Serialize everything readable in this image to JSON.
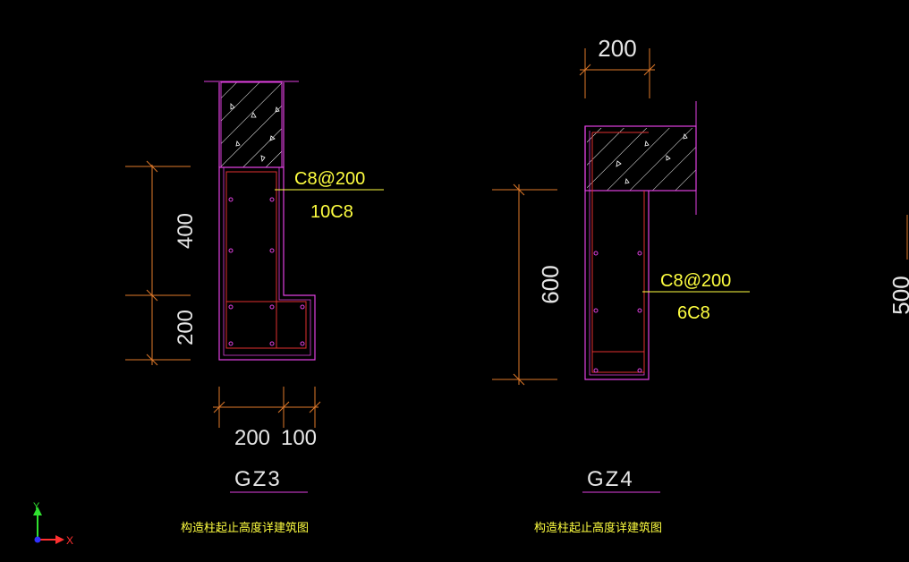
{
  "colors": {
    "background": "#000000",
    "outline": "#e040e0",
    "rebar": "#e03030",
    "dimension": "#e07a2a",
    "text_white": "#e6e6e6",
    "text_yellow": "#ffff40",
    "leader": "#ffff40",
    "hatch": "#ffffff",
    "axis_x": "#ff3030",
    "axis_y": "#30e030",
    "axis_origin": "#3030ff"
  },
  "gz3": {
    "dim_400": "400",
    "dim_200_vertical": "200",
    "dim_200_horizontal": "200",
    "dim_100": "100",
    "rebar_stirrup": "C8@200",
    "rebar_main": "10C8",
    "name": "GZ3",
    "caption": "构造柱起止高度详建筑图"
  },
  "gz4": {
    "dim_200": "200",
    "dim_600": "600",
    "rebar_stirrup": "C8@200",
    "rebar_main": "6C8",
    "name": "GZ4",
    "caption": "构造柱起止高度详建筑图"
  },
  "partial": {
    "dim_cut": "500"
  },
  "ucs": {
    "x_label": "X",
    "y_label": "Y"
  }
}
